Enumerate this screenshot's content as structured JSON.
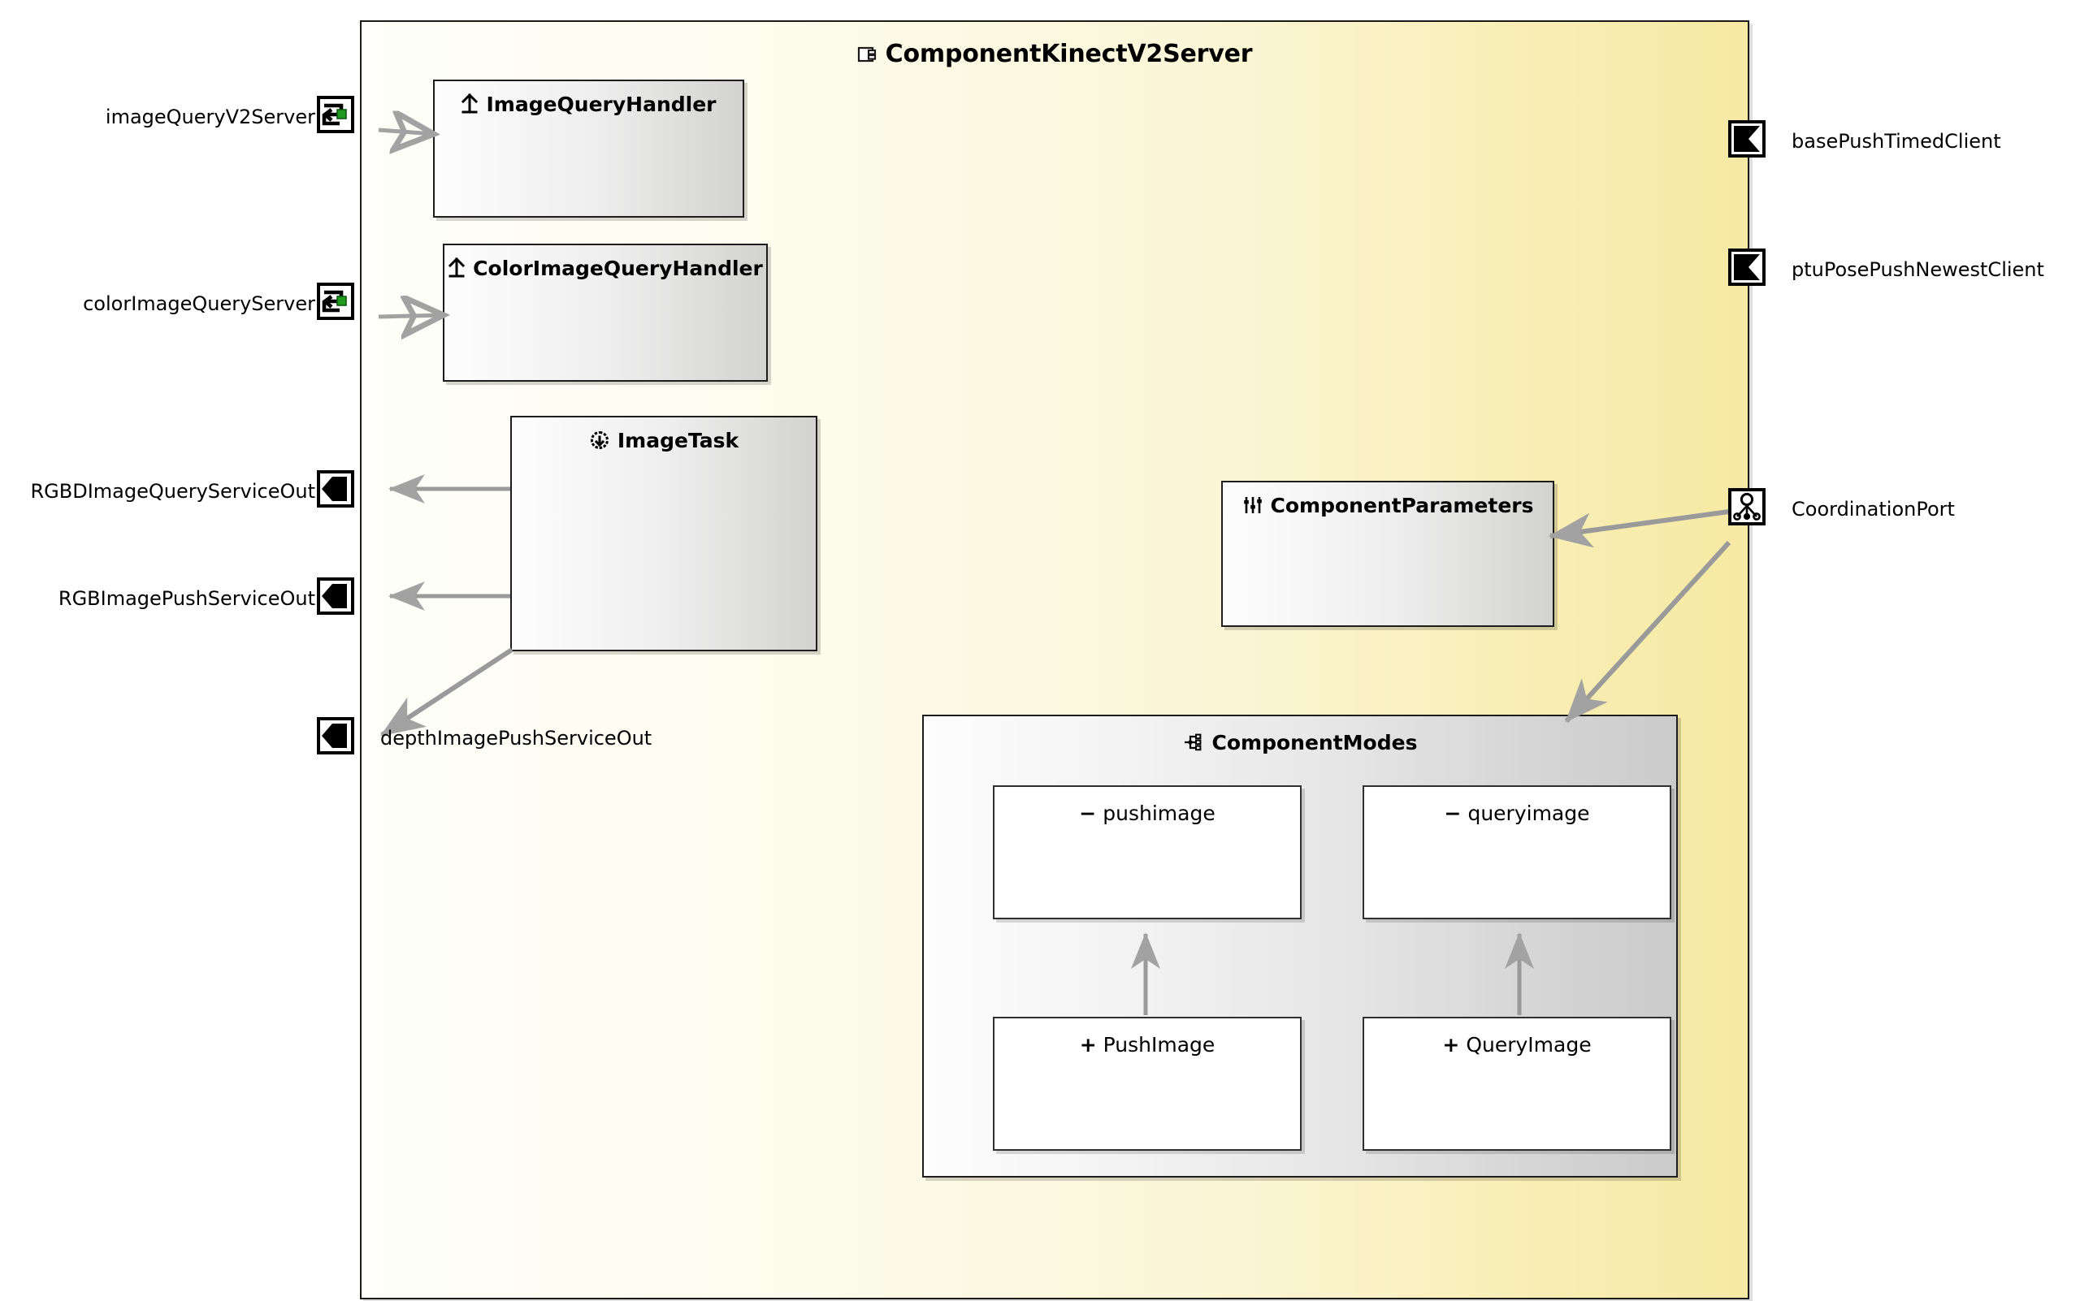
{
  "diagram": {
    "type": "uml-component-diagram",
    "title": "ComponentKinectV2Server",
    "title_icon": "component-icon",
    "frame_color": "#fefece",
    "accent_color": "#008000",
    "connector_color": "#a0a0a0"
  },
  "left_ports": [
    {
      "name": "imageQueryV2Server",
      "icon": "request-answer-server-port-icon",
      "label_side": "left"
    },
    {
      "name": "colorImageQueryServer",
      "icon": "request-answer-server-port-icon",
      "label_side": "left"
    },
    {
      "name": "RGBDImageQueryServiceOut",
      "icon": "push-service-out-port-icon",
      "label_side": "left"
    },
    {
      "name": "RGBImagePushServiceOut",
      "icon": "push-service-out-port-icon",
      "label_side": "left"
    },
    {
      "name": "depthImagePushServiceOut",
      "icon": "push-service-out-port-icon",
      "label_side": "right"
    }
  ],
  "right_ports": [
    {
      "name": "basePushTimedClient",
      "icon": "push-client-port-icon",
      "label_side": "right"
    },
    {
      "name": "ptuPosePushNewestClient",
      "icon": "push-client-port-icon",
      "label_side": "right"
    },
    {
      "name": "CoordinationPort",
      "icon": "coordination-tree-icon",
      "label_side": "right"
    }
  ],
  "handlers": [
    {
      "name": "ImageQueryHandler",
      "icon": "upload-arrow-icon"
    },
    {
      "name": "ColorImageQueryHandler",
      "icon": "upload-arrow-icon"
    }
  ],
  "tasks": [
    {
      "name": "ImageTask",
      "icon": "cycle-task-icon"
    }
  ],
  "parameters": {
    "name": "ComponentParameters",
    "icon": "sliders-icon"
  },
  "modes": {
    "name": "ComponentModes",
    "icon": "hierarchy-tree-icon",
    "items": [
      {
        "name": "pushimage",
        "visibility": "−",
        "kind": "mode"
      },
      {
        "name": "queryimage",
        "visibility": "−",
        "kind": "mode"
      },
      {
        "name": "PushImage",
        "visibility": "+",
        "kind": "state"
      },
      {
        "name": "QueryImage",
        "visibility": "+",
        "kind": "state"
      }
    ]
  }
}
